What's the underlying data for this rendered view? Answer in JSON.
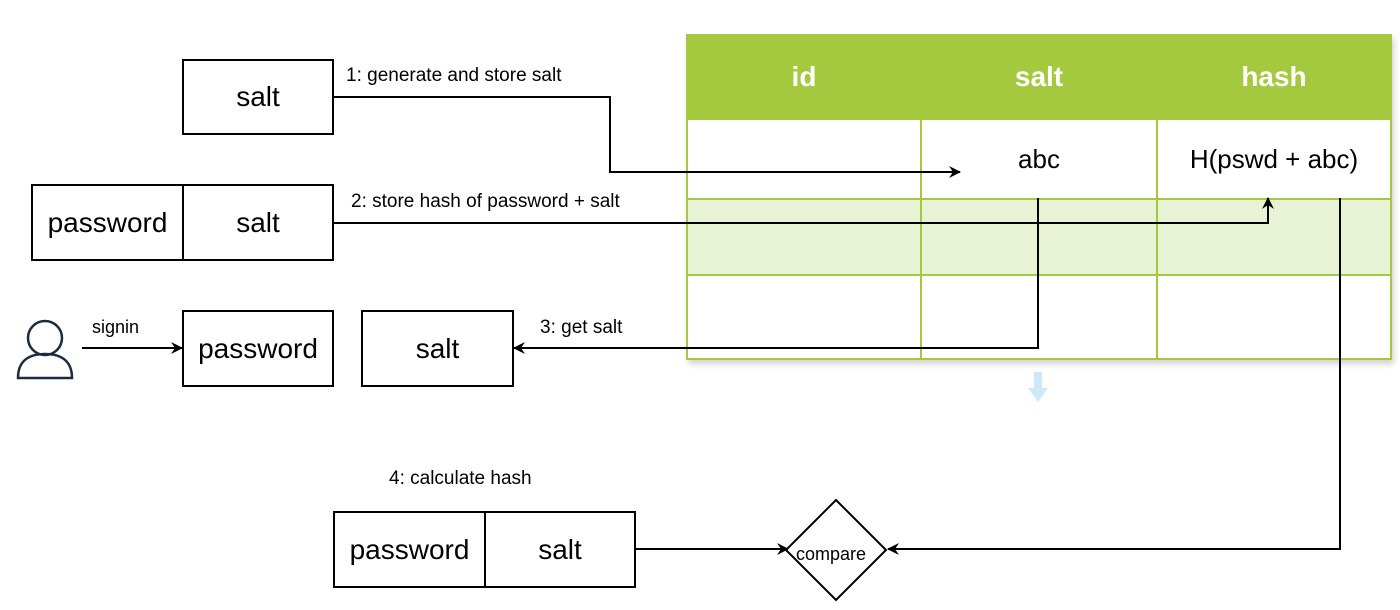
{
  "table": {
    "headers": [
      "id",
      "salt",
      "hash"
    ],
    "rows": [
      [
        "",
        "abc",
        "H(pswd + abc)"
      ],
      [
        "",
        "",
        ""
      ],
      [
        "",
        "",
        ""
      ]
    ],
    "header_color": "#a4c93f",
    "highlight_row_color": "#e8f3d6"
  },
  "step1": {
    "box_label": "salt",
    "caption": "1: generate and store salt"
  },
  "step2": {
    "left_label": "password",
    "right_label": "salt",
    "caption": "2: store hash of password + salt"
  },
  "signin": {
    "user_icon": "user-icon",
    "caption": "signin",
    "password_label": "password"
  },
  "step3": {
    "box_label": "salt",
    "caption": "3: get salt"
  },
  "step4": {
    "caption": "4: calculate hash",
    "left_label": "password",
    "right_label": "salt"
  },
  "compare": {
    "label": "compare"
  }
}
